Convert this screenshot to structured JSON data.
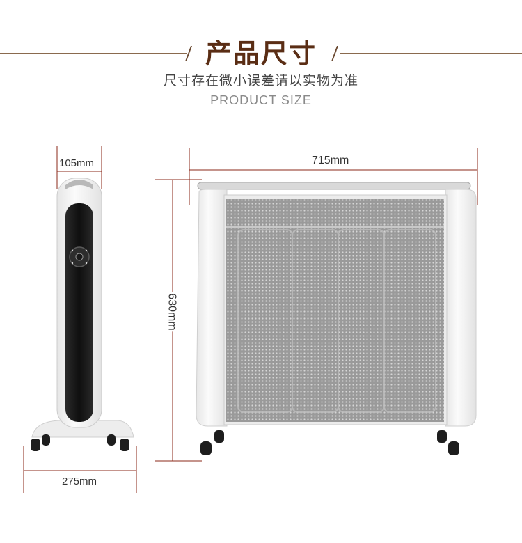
{
  "header": {
    "title": "产品尺寸",
    "subtitle": "尺寸存在微小误差请以实物为准",
    "subtitle_en": "PRODUCT SIZE"
  },
  "dimensions": {
    "side_depth": "105mm",
    "width": "715mm",
    "height": "630mm",
    "base_width": "275mm"
  },
  "colors": {
    "title": "#5a2d14",
    "dim_line": "#8b2a1a",
    "panel_dark": "#1c1c1c",
    "body_white": "#f4f4f4"
  }
}
